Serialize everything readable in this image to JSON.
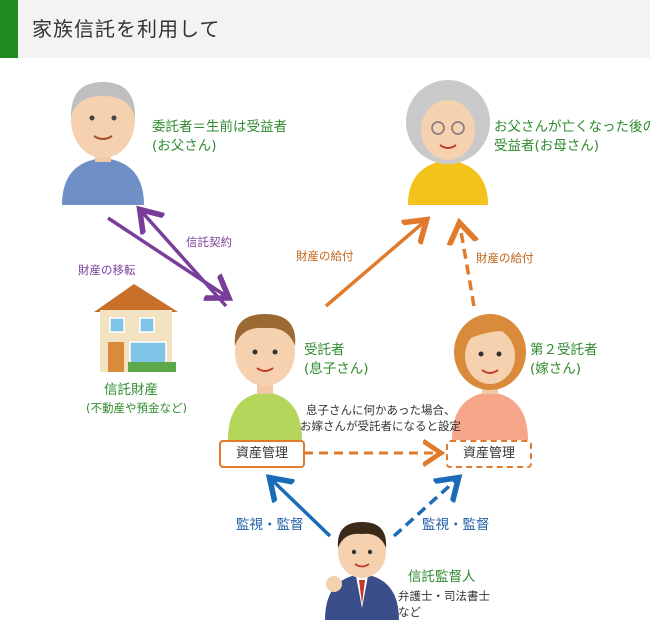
{
  "title": "家族信託を利用して",
  "settlor": {
    "line1": "委託者＝生前は受益者",
    "line2": "(お父さん)"
  },
  "beneficiary": {
    "line1": "お父さんが亡くなった後の",
    "line2": "受益者(お母さん)"
  },
  "arrows": {
    "property_transfer": "財産の移転",
    "trust_contract": "信託契約",
    "payout_left": "財産の給付",
    "payout_right": "財産の給付",
    "monitor_left": "監視・監督",
    "monitor_right": "監視・監督"
  },
  "trust_property": {
    "line1": "信託財産",
    "line2": "(不動産や預金など)"
  },
  "trustee": {
    "line1": "受託者",
    "line2": "(息子さん)",
    "box": "資産管理"
  },
  "second_trustee": {
    "line1": "第２受託者",
    "line2": "(嫁さん)",
    "box": "資産管理"
  },
  "succession_note": {
    "line1": "息子さんに何かあった場合、",
    "line2": "お嫁さんが受託者になると設定"
  },
  "supervisor": {
    "line1": "信託監督人",
    "line2": "弁護士・司法書士",
    "line3": "など"
  },
  "colors": {
    "green": "#2e8b2e",
    "purple": "#7a3e9a",
    "orange": "#e07a2c",
    "blue": "#1a6bb8"
  }
}
